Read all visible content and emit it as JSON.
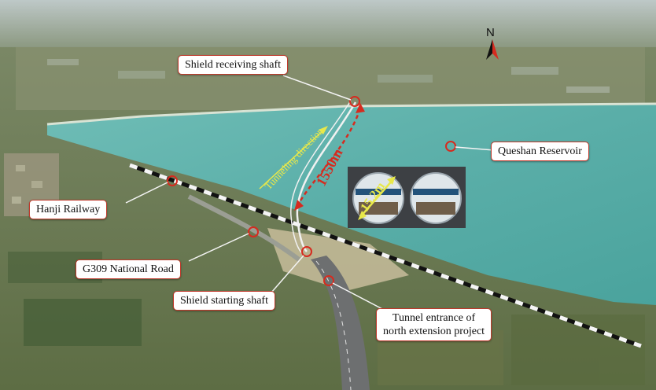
{
  "labels": {
    "receiving_shaft": "Shield receiving shaft",
    "reservoir": "Queshan Reservoir",
    "railway": "Hanji Railway",
    "national_road": "G309 National Road",
    "starting_shaft": "Shield starting shaft",
    "tunnel_entrance_line1": "Tunnel entrance of",
    "tunnel_entrance_line2": "north extension project"
  },
  "annotations": {
    "tunneling_direction": "Tunneling direction",
    "tunnel_length": "1550m",
    "tunnel_diameter": "15.2m"
  },
  "compass": {
    "letter": "N",
    "icon": "north-arrow-icon"
  },
  "colors": {
    "accent_red": "#d62b1f",
    "direction_yellow": "#e8e84a",
    "water": "#5fb2ad",
    "land": "#7c8a62"
  }
}
